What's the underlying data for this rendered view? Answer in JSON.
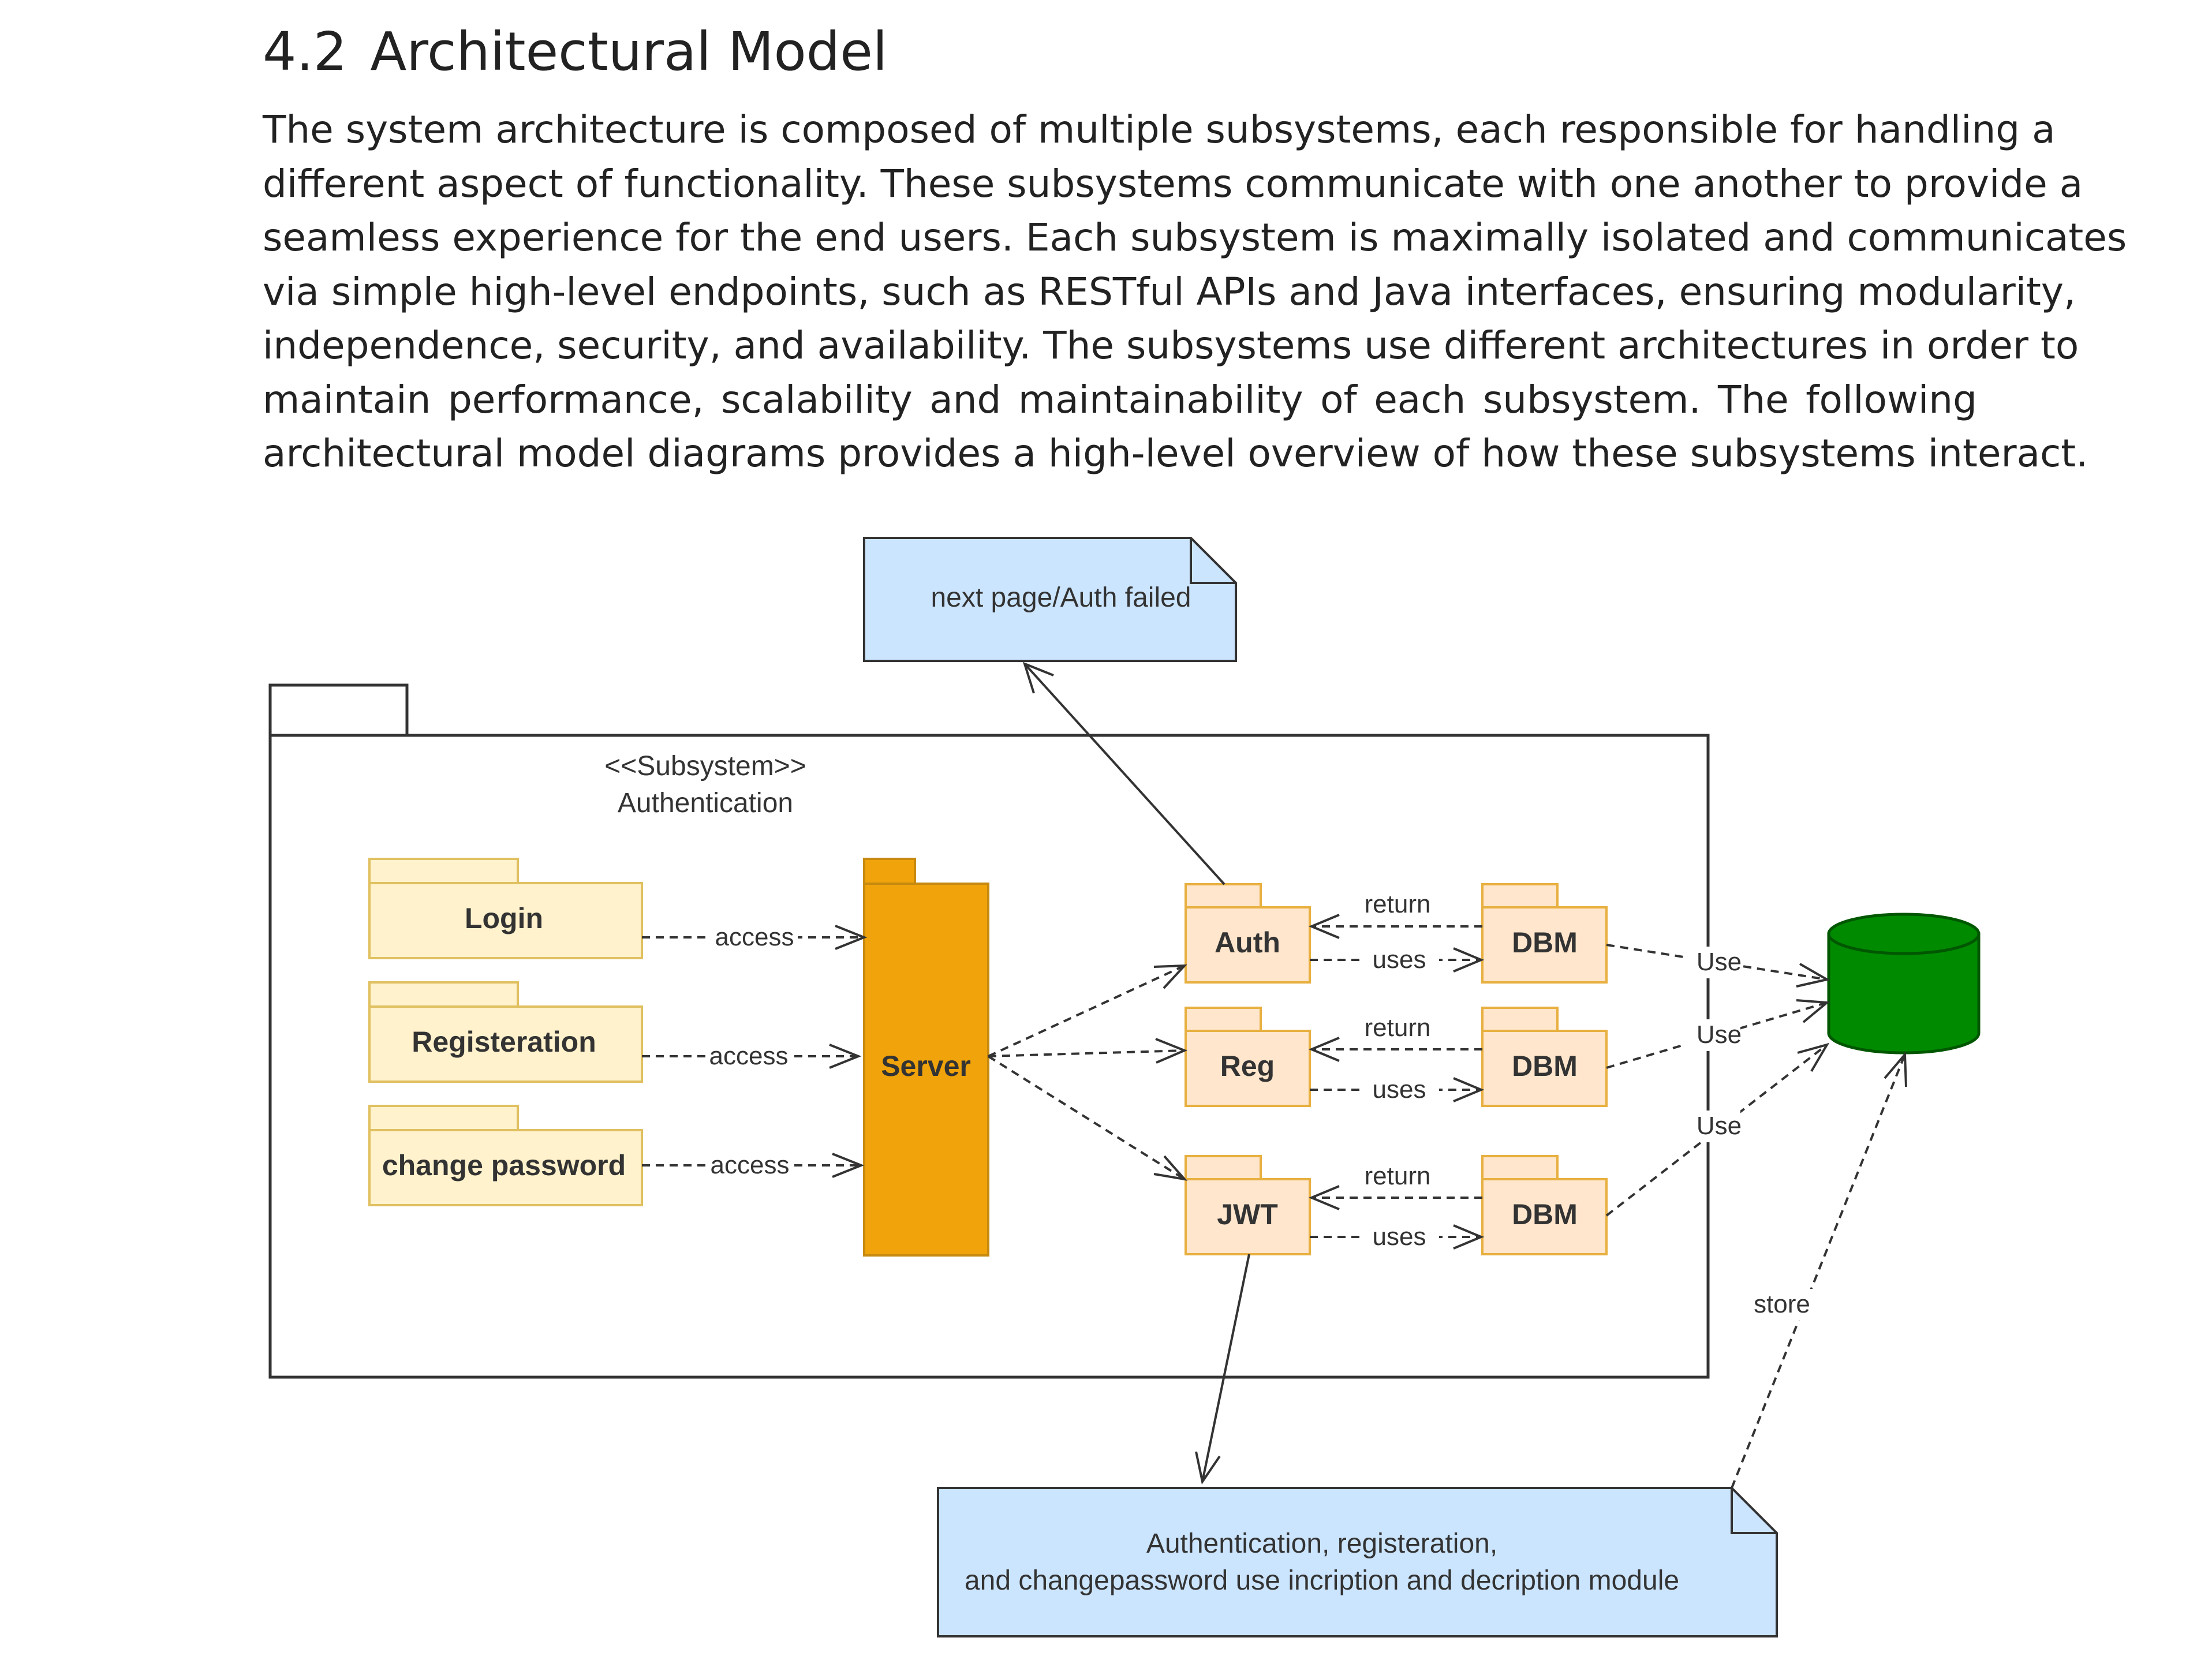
{
  "section": {
    "number": "4.2",
    "title": "Architectural Model"
  },
  "body_lines": [
    "The system architecture is composed of multiple subsystems, each responsible for handling a",
    "different aspect of functionality. These subsystems communicate with one another to provide a",
    "seamless experience for the end users. Each subsystem is maximally isolated and communicates",
    "via simple high-level endpoints, such as RESTful APIs and Java interfaces, ensuring modularity,",
    "independence, security, and availability. The subsystems use different architectures in order to",
    "maintain performance, scalability and maintainability of each subsystem. The following",
    "architectural model diagrams provides a high-level overview of how these subsystems interact."
  ],
  "diagram": {
    "subsystem": {
      "stereotype": "<<Subsystem>>",
      "name": "Authentication"
    },
    "clients": {
      "login": "Login",
      "registration": "Registeration",
      "change_password": "change password"
    },
    "server": "Server",
    "modules": {
      "auth": "Auth",
      "reg": "Reg",
      "jwt": "JWT"
    },
    "dbm_label": "DBM",
    "edge_labels": {
      "access": "access",
      "return": "return",
      "uses": "uses",
      "use": "Use",
      "store": "store"
    },
    "notes": {
      "top": "next page/Auth failed",
      "bottom_line1": "Authentication, registeration,",
      "bottom_line2": "and changepassword use incription and decription module"
    },
    "colors": {
      "client_fill": "#fff2cc",
      "client_stroke": "#e0c060",
      "server_fill": "#f0a30a",
      "server_stroke": "#c78a10",
      "module_fill": "#ffe6cc",
      "module_stroke": "#e8b040",
      "note_fill": "#cce5ff",
      "database_fill": "#008a00",
      "database_stroke": "#005700",
      "line": "#333333"
    }
  }
}
